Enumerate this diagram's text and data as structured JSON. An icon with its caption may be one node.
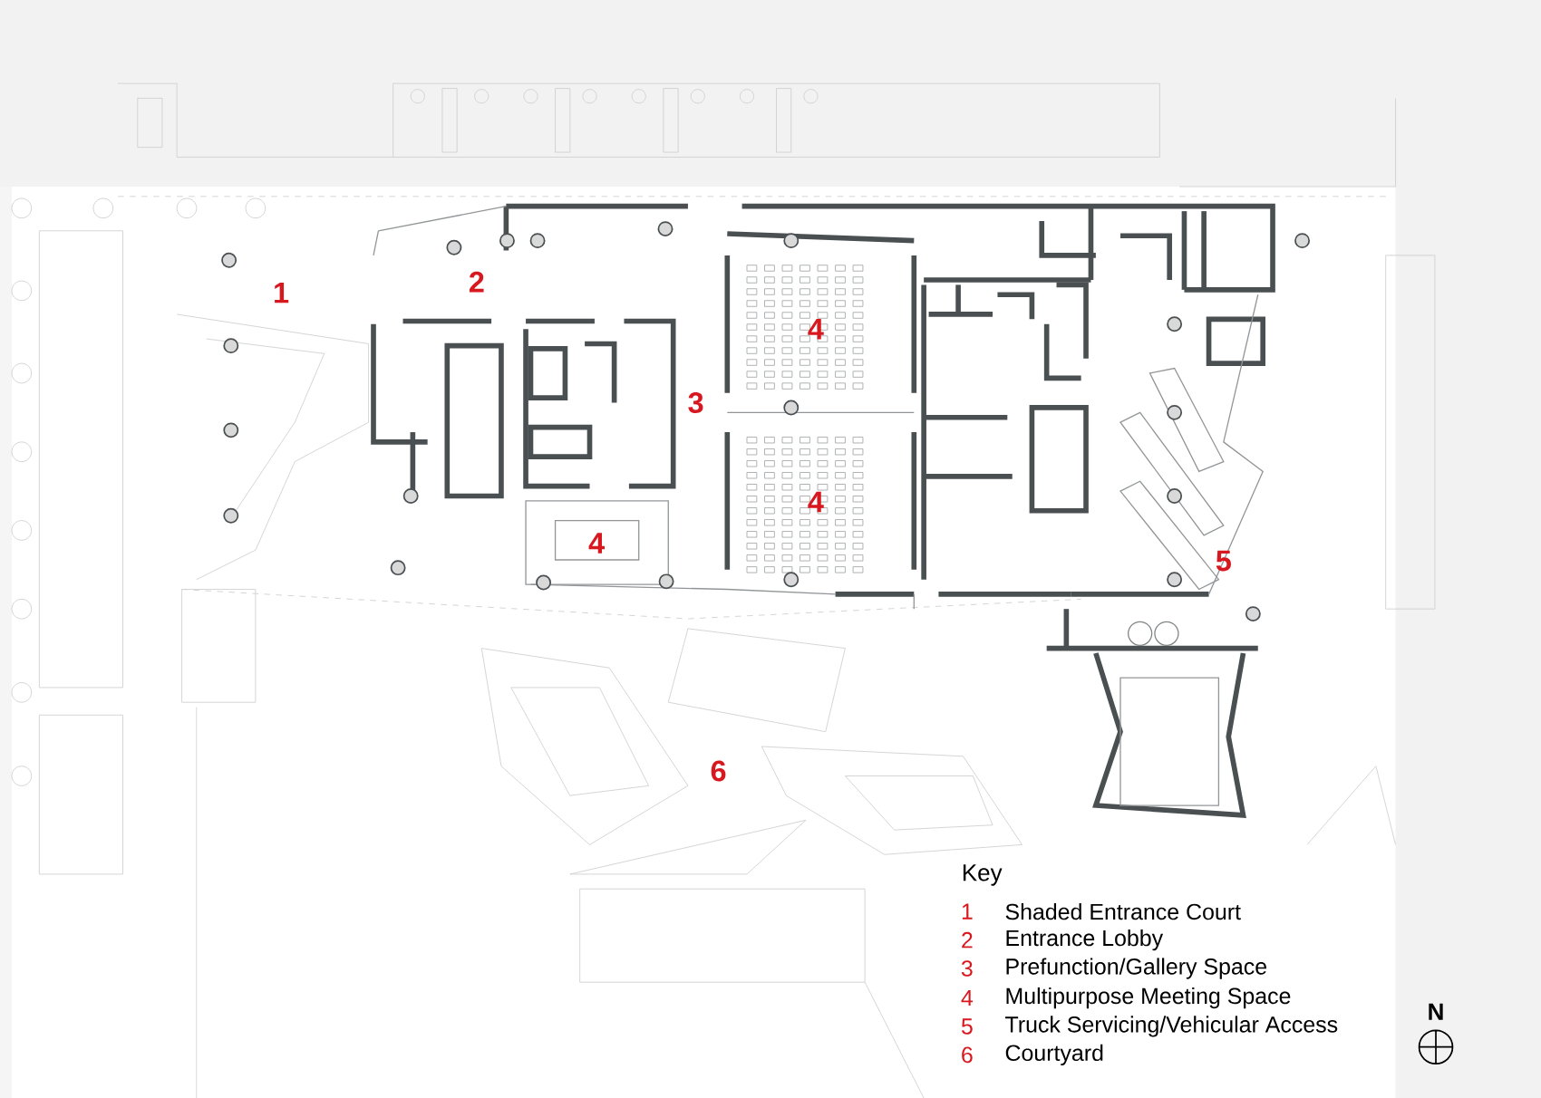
{
  "diagram": {
    "labels": [
      "2",
      "1",
      "4",
      "3",
      "4",
      "4",
      "5",
      "6",
      "Key",
      "1",
      "Shaded Entrance Court",
      "2",
      "Entrance Lobby",
      "3",
      "Prefunction/Gallery Space",
      "4",
      "Multipurpose Meeting Space",
      "5",
      "Truck Servicing/Vehicular Access",
      "6",
      "Courtyard",
      "N"
    ]
  }
}
